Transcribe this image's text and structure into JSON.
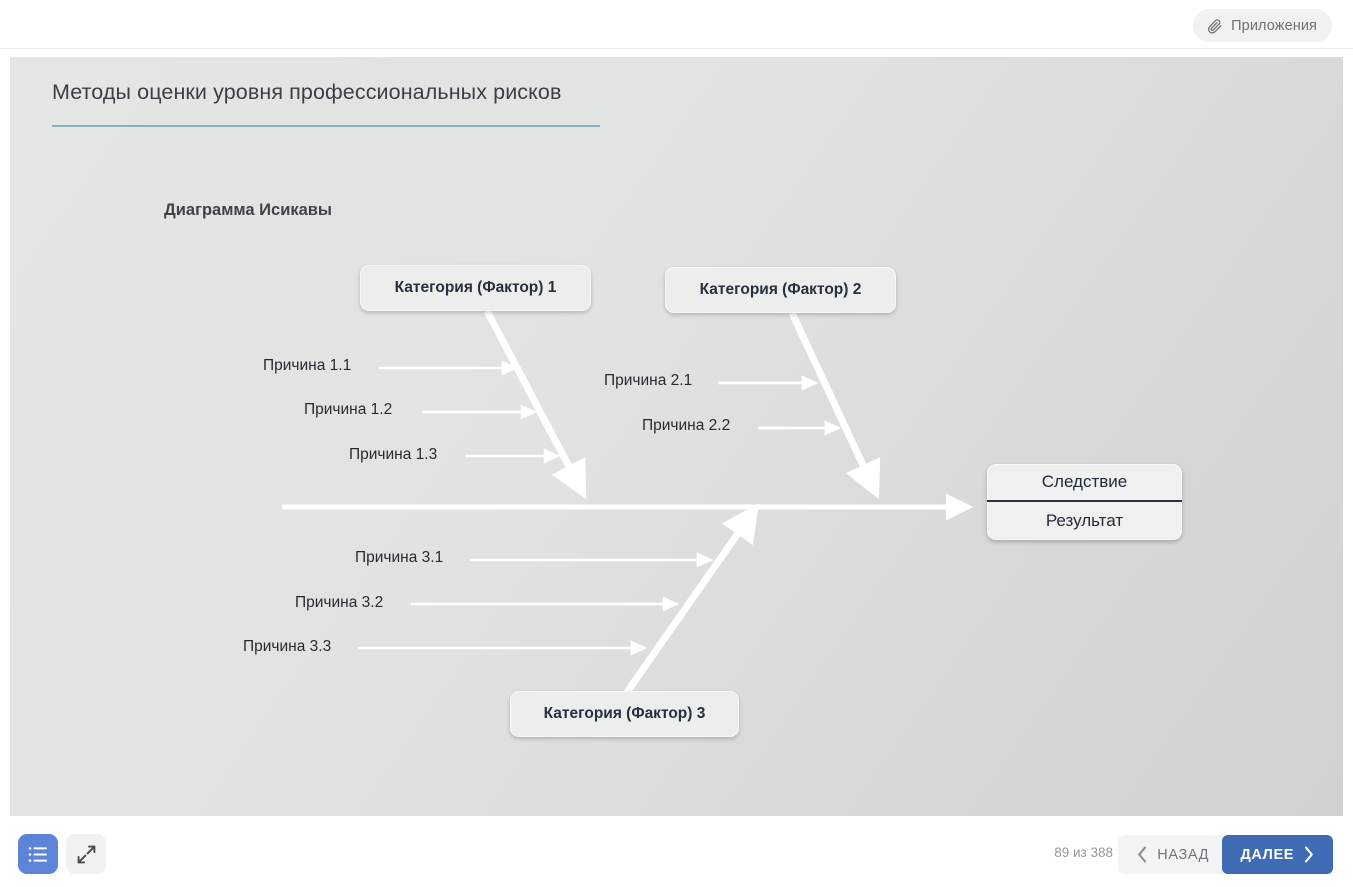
{
  "topbar": {
    "attachments_label": "Приложения",
    "attachments_icon": "paperclip-icon"
  },
  "slide": {
    "title": "Методы оценки уровня профессиональных рисков",
    "rule_color": "#8aafbd",
    "background_colors": [
      "#e4e6e6",
      "#d0d2d2"
    ],
    "diagram_heading": "Диаграмма Исикавы"
  },
  "diagram": {
    "type": "ishikawa-fishbone",
    "categories": [
      {
        "label": "Категория (Фактор) 1",
        "side": "top",
        "causes": [
          "Причина 1.1",
          "Причина 1.2",
          "Причина 1.3"
        ]
      },
      {
        "label": "Категория (Фактор) 2",
        "side": "top",
        "causes": [
          "Причина 2.1",
          "Причина 2.2"
        ]
      },
      {
        "label": "Категория (Фактор) 3",
        "side": "bottom",
        "causes": [
          "Причина 3.1",
          "Причина 3.2",
          "Причина 3.3"
        ]
      }
    ],
    "effect": {
      "line_1": "Следствие",
      "line_2": "Результат"
    },
    "bone_color": "#ffffff"
  },
  "bottombar": {
    "menu_icon": "list-menu-icon",
    "expand_icon": "fullscreen-expand-icon",
    "counter": "89 из 388",
    "back_label": "НАЗАД",
    "back_icon": "chevron-left-icon",
    "next_label": "ДАЛЕЕ",
    "next_icon": "chevron-right-icon",
    "accent_color": "#3f6bb5"
  }
}
